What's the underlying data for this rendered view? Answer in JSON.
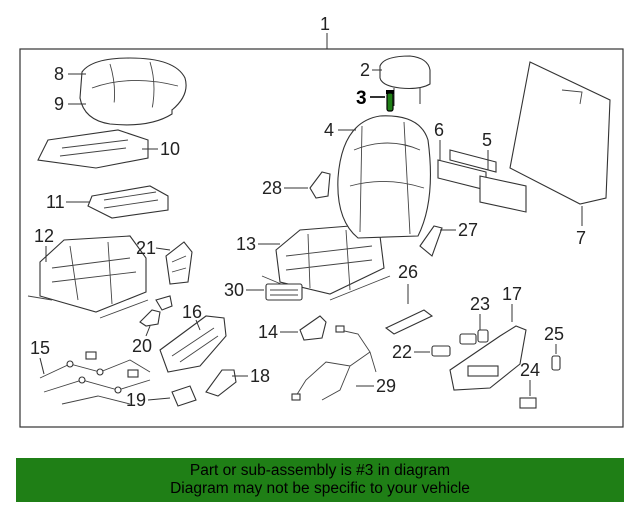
{
  "diagram": {
    "callouts": {
      "c1": "1",
      "c2": "2",
      "c3": "3",
      "c4": "4",
      "c5": "5",
      "c6": "6",
      "c7": "7",
      "c8": "8",
      "c9": "9",
      "c10": "10",
      "c11": "11",
      "c12": "12",
      "c13": "13",
      "c14": "14",
      "c15": "15",
      "c16": "16",
      "c17": "17",
      "c18": "18",
      "c19": "19",
      "c20": "20",
      "c21": "21",
      "c22": "22",
      "c23": "23",
      "c24": "24",
      "c25": "25",
      "c26": "26",
      "c27": "27",
      "c28": "28",
      "c29": "29",
      "c30": "30"
    },
    "highlighted_part": "3",
    "highlight_color": "#1f7f16"
  },
  "banner": {
    "line1": "Part or sub-assembly is #3 in diagram",
    "line2": "Diagram may not be specific to your vehicle",
    "background": "#1f7f16"
  }
}
